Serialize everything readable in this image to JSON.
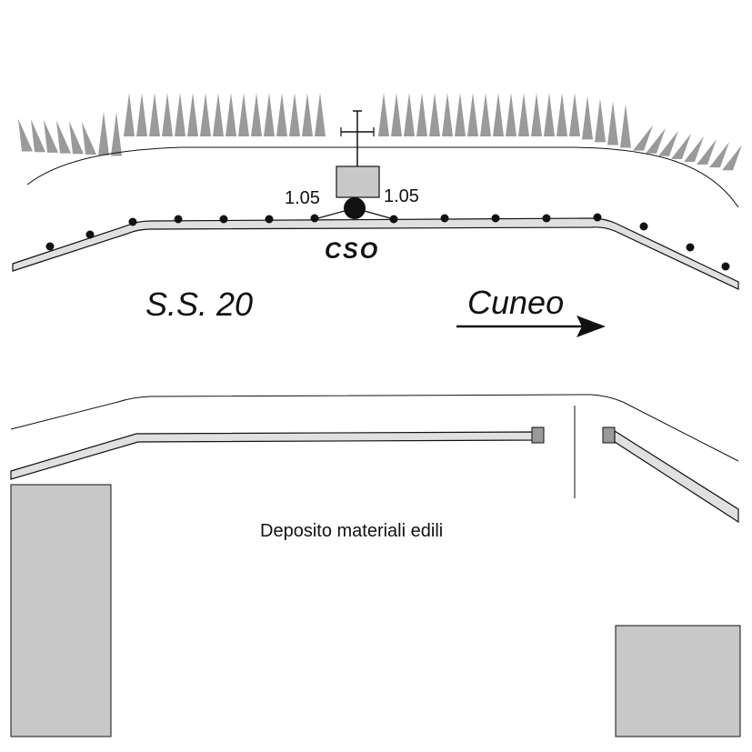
{
  "labels": {
    "road_name": "S.S. 20",
    "direction": "Cuneo",
    "station_code": "CSO",
    "offset_left": "1.05",
    "offset_right": "1.05",
    "area_label": "Deposito materiali edili"
  },
  "colors": {
    "line": "#111111",
    "guardrail_fill": "#e0e0e0",
    "building_fill": "#c8c8c8",
    "grass_fill": "#9a9a9a",
    "sign_fill": "#c8c8c8"
  }
}
